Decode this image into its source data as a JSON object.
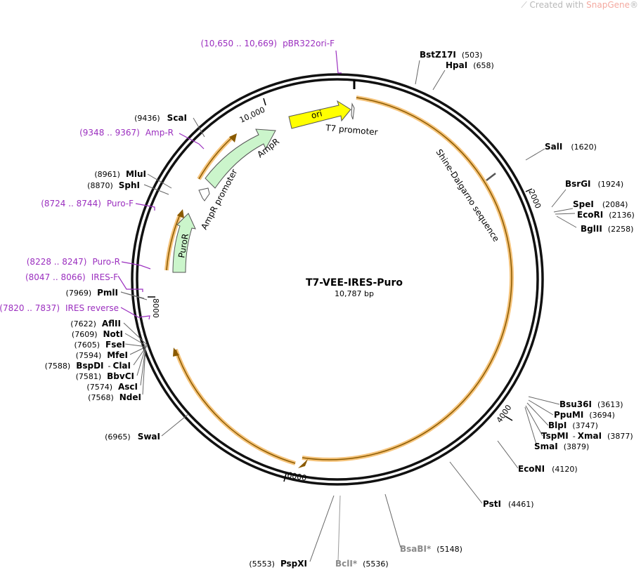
{
  "watermark": {
    "prefix": "Created with ",
    "brand": "SnapGene",
    "mark": "®"
  },
  "plasmid": {
    "name": "T7-VEE-IRES-Puro",
    "size_label": "10,787 bp"
  },
  "ruler": {
    "labels": [
      "2000",
      "4000",
      "6000",
      "8000",
      "10,000"
    ]
  },
  "features": [
    {
      "id": "ori",
      "label": "ori",
      "color": "#ffff00"
    },
    {
      "id": "t7",
      "label": "T7 promoter"
    },
    {
      "id": "ampr",
      "label": "AmpR",
      "color": "#cbf5cb"
    },
    {
      "id": "amprprom",
      "label": "AmpR promoter"
    },
    {
      "id": "puror",
      "label": "PuroR",
      "color": "#cbf5cb"
    },
    {
      "id": "sd",
      "label": "Shine-Dalgarno sequence"
    }
  ],
  "sites": [
    {
      "name": "BstZ17I",
      "pos": "(503)"
    },
    {
      "name": "HpaI",
      "pos": "(658)"
    },
    {
      "name": "SalI",
      "pos": "(1620)"
    },
    {
      "name": "BsrGI",
      "pos": "(1924)"
    },
    {
      "name": "SpeI",
      "pos": "(2084)"
    },
    {
      "name": "EcoRI",
      "pos": "(2136)"
    },
    {
      "name": "BglII",
      "pos": "(2258)"
    },
    {
      "name": "Bsu36I",
      "pos": "(3613)"
    },
    {
      "name": "PpuMI",
      "pos": "(3694)"
    },
    {
      "name": "BlpI",
      "pos": "(3747)"
    },
    {
      "name": "TspMI",
      "sep": "-",
      "name2": "XmaI",
      "pos": "(3877)"
    },
    {
      "name": "SmaI",
      "pos": "(3879)"
    },
    {
      "name": "EcoNI",
      "pos": "(4120)"
    },
    {
      "name": "PstI",
      "pos": "(4461)"
    },
    {
      "name": "BsaBI",
      "star": "*",
      "pos": "(5148)"
    },
    {
      "name": "BclI",
      "star": "*",
      "pos": "(5536)"
    },
    {
      "name": "PspXI",
      "pos": "(5553)"
    },
    {
      "name": "SwaI",
      "pos": "(6965)"
    },
    {
      "name": "NdeI",
      "pos": "(7568)"
    },
    {
      "name": "AscI",
      "pos": "(7574)"
    },
    {
      "name": "BbvCI",
      "pos": "(7581)"
    },
    {
      "name": "BspDI",
      "sep": "-",
      "name2": "ClaI",
      "pos": "(7588)"
    },
    {
      "name": "MfeI",
      "pos": "(7594)"
    },
    {
      "name": "FseI",
      "pos": "(7605)"
    },
    {
      "name": "NotI",
      "pos": "(7609)"
    },
    {
      "name": "AflII",
      "pos": "(7622)"
    },
    {
      "name": "PmlI",
      "pos": "(7969)"
    },
    {
      "name": "SphI",
      "pos": "(8870)"
    },
    {
      "name": "MluI",
      "pos": "(8961)"
    },
    {
      "name": "ScaI",
      "pos": "(9436)"
    }
  ],
  "primers": [
    {
      "range": "(10,650 .. 10,669)",
      "name": "pBR322ori-F"
    },
    {
      "range": "(9348 .. 9367)",
      "name": "Amp-R"
    },
    {
      "range": "(8724 .. 8744)",
      "name": "Puro-F"
    },
    {
      "range": "(8228 .. 8247)",
      "name": "Puro-R"
    },
    {
      "range": "(8047 .. 8066)",
      "name": "IRES-F"
    },
    {
      "range": "(7820 .. 7837)",
      "name": "IRES reverse"
    }
  ]
}
